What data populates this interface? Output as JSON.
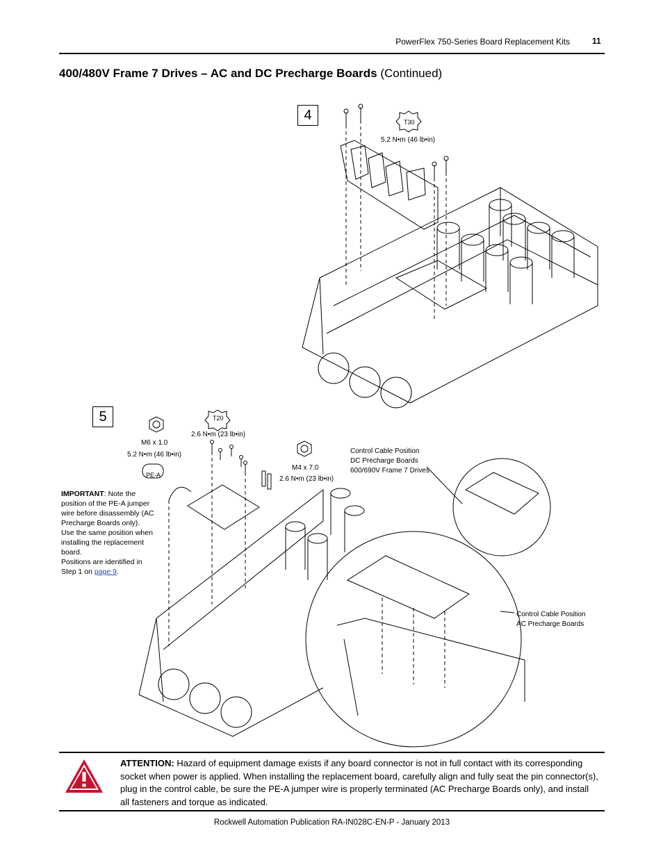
{
  "header": {
    "doc_title": "PowerFlex 750-Series Board Replacement Kits",
    "page_number": "11"
  },
  "section": {
    "title_bold": "400/480V Frame 7 Drives – AC and DC Precharge Boards",
    "title_cont": " (Continued)"
  },
  "step4": {
    "number": "4",
    "tool": "T30",
    "torque": "5.2 N•m (46 lb•in)"
  },
  "step5": {
    "number": "5",
    "tool_t20": "T20",
    "torque_t20": "2.6 N•m (23 lb•in)",
    "nut_m6": "M6 x 1.0",
    "torque_m6": "5.2 N•m (46 lb•in)",
    "pe_a": "PE-A",
    "nut_m4": "M4 x 7.0",
    "torque_m4": "2.6 N•m (23 lb•in)",
    "callout_dc_1": "Control Cable Position",
    "callout_dc_2": "DC Precharge Boards",
    "callout_dc_3": "600/690V Frame 7 Drives",
    "callout_ac_1": "Control Cable Position",
    "callout_ac_2": "AC Precharge Boards"
  },
  "important": {
    "label": "IMPORTANT",
    "text1": ": Note the position of the PE-A jumper wire before disassembly (AC Precharge Boards only).",
    "text2": "Use the same position when installing the replacement board.",
    "text3": "Positions are identified in Step 1 on ",
    "link": "page 9",
    "text3_end": "."
  },
  "attention": {
    "label": "ATTENTION:",
    "text": " Hazard of equipment damage exists if any board connector is not in full contact with its corresponding socket when power is applied. When installing the replacement board, carefully align and fully seat the pin connector(s), plug in the control cable, be sure the PE-A jumper wire is properly terminated (AC Precharge Boards only), and install all fasteners and torque as indicated."
  },
  "footer": {
    "publication": "Rockwell Automation Publication RA-IN028C-EN-P - January 2013"
  }
}
